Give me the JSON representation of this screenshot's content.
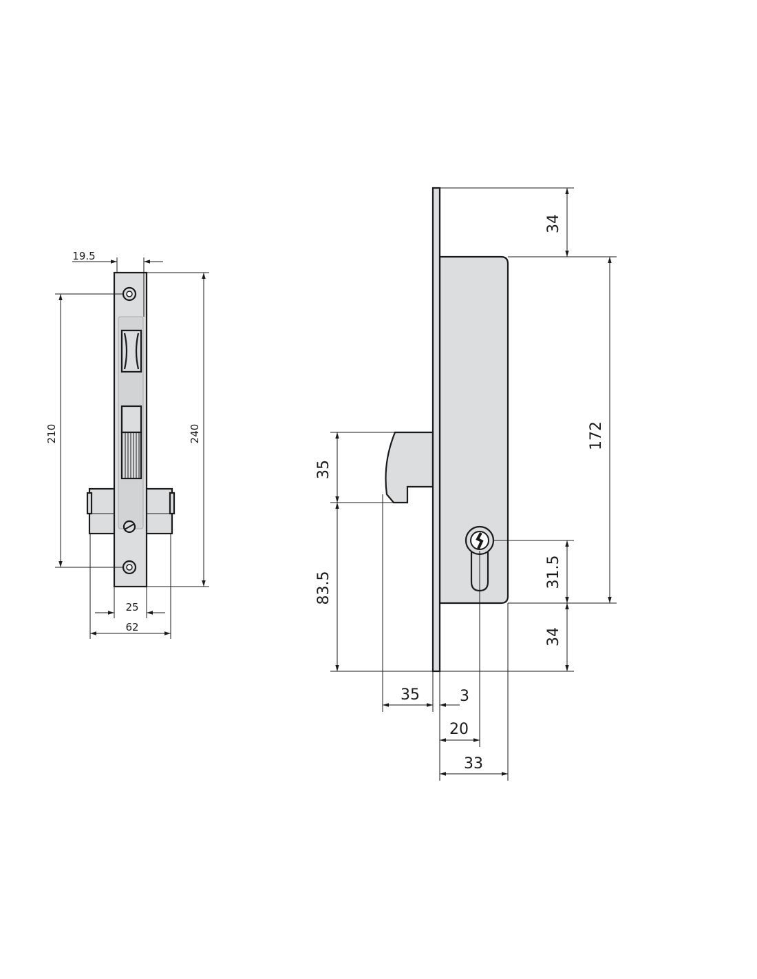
{
  "left_view": {
    "dims": {
      "backset_plate": "19.5",
      "screw_spacing": "210",
      "plate_height": "240",
      "plate_width": "25",
      "cylinder_length": "62"
    }
  },
  "right_view": {
    "dims": {
      "top_offset": "34",
      "body_height": "172",
      "hook_height": "35",
      "hook_to_bottom": "83.5",
      "cylinder_to_body_bottom": "31.5",
      "bottom_offset": "34",
      "hook_projection": "35",
      "plate_thickness": "3",
      "backset": "20",
      "body_depth": "33"
    }
  },
  "colors": {
    "fill": "#dcdddf",
    "line": "#1a1a1a"
  }
}
